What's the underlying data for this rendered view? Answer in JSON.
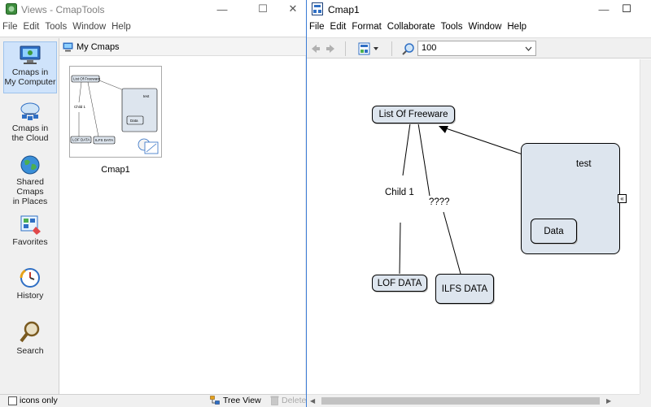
{
  "left_window": {
    "title": "Views - CmapTools",
    "controls": {
      "minimize": "—",
      "maximize": "☐",
      "close": "✕"
    },
    "menu": [
      "File",
      "Edit",
      "Tools",
      "Window",
      "Help"
    ],
    "views": [
      {
        "line1": "Cmaps in",
        "line2": "My Computer",
        "selected": true,
        "icon": "computer-icon"
      },
      {
        "line1": "Cmaps in",
        "line2": "the Cloud",
        "selected": false,
        "icon": "cloud-network-icon"
      },
      {
        "line1": "Shared Cmaps",
        "line2": "in Places",
        "selected": false,
        "icon": "globe-icon"
      },
      {
        "line1": "Favorites",
        "line2": "",
        "selected": false,
        "icon": "favorites-icon"
      },
      {
        "line1": "History",
        "line2": "",
        "selected": false,
        "icon": "history-clock-icon"
      },
      {
        "line1": "Search",
        "line2": "",
        "selected": false,
        "icon": "magnifier-icon"
      }
    ],
    "panel_title": "My Cmaps",
    "thumbnail": {
      "label": "Cmap1",
      "mini_text": {
        "root": "List Of Freeware",
        "child": "Child 1",
        "test": "test",
        "data": "Data",
        "lof": "LOF DATA",
        "ilfs": "ILFS DATA"
      }
    },
    "status": {
      "icons_only": "icons only",
      "tree_view": "Tree View",
      "delete": "Delete"
    }
  },
  "right_window": {
    "title": "Cmap1",
    "controls": {
      "minimize": "—",
      "close": "☐"
    },
    "menu": [
      "File",
      "Edit",
      "Format",
      "Collaborate",
      "Tools",
      "Window",
      "Help"
    ],
    "zoom": "100",
    "concept_map": {
      "root": "List Of Freeware",
      "child": "Child 1",
      "link_label": "????",
      "lof": "LOF DATA",
      "ilfs": "ILFS DATA",
      "group_title": "test",
      "group_node": "Data",
      "expand_symbol": "«"
    }
  },
  "colors": {
    "node_fill": "#dde5ee",
    "selection": "#cfe3fb",
    "divider": "#3a7bd5"
  }
}
